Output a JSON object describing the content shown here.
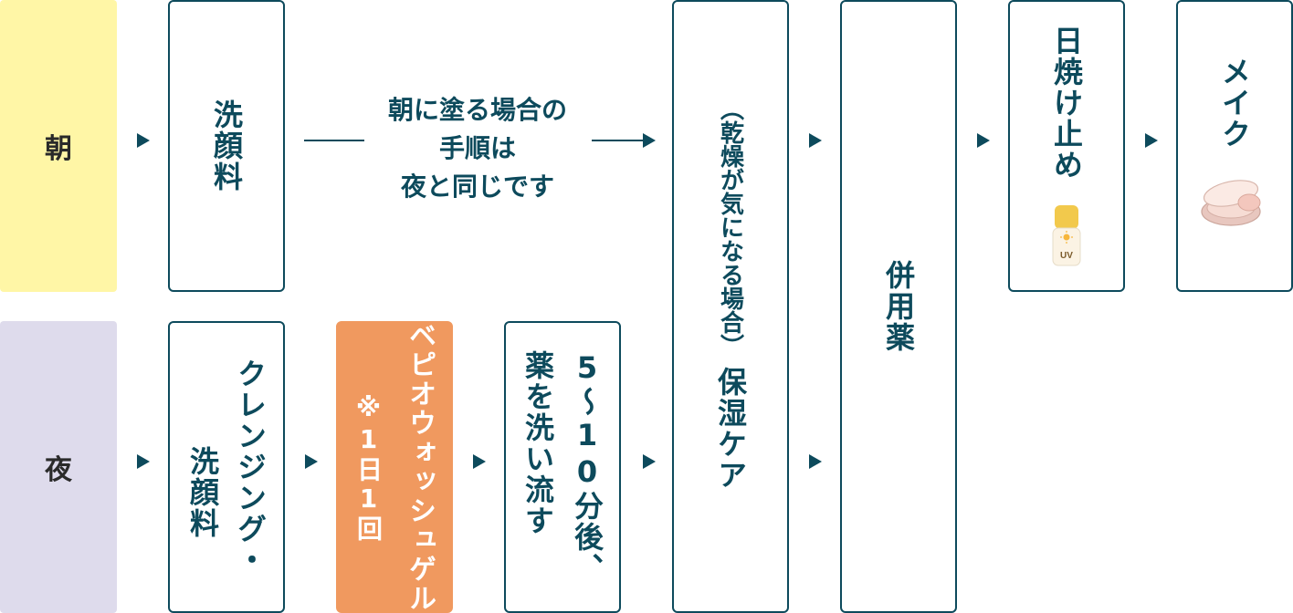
{
  "labels": {
    "morning": "朝",
    "night": "夜"
  },
  "morning": {
    "wash": "洗顔料",
    "note_line1": "朝に塗る場合の",
    "note_line2": "手順は",
    "note_line3": "夜と同じです",
    "sunscreen": "日焼け止め",
    "sunscreen_icon_text": "UV",
    "makeup": "メイク"
  },
  "night": {
    "cleansing_line1": "クレンジング・",
    "cleansing_line2": "洗顔料",
    "bepio_line1": "ベピオウォッシュゲル",
    "bepio_line2": "※1日1回",
    "rinse_line1": "5〜10分後、",
    "rinse_line2": "薬を洗い流す"
  },
  "shared": {
    "moisture_note": "（乾燥が気になる場合）",
    "moisture": "保湿ケア",
    "combined_medicine": "併用薬"
  },
  "colors": {
    "morning_bg": "#fff6a6",
    "night_bg": "#dedbec",
    "accent": "#f0995f",
    "line": "#0d4a5c"
  }
}
